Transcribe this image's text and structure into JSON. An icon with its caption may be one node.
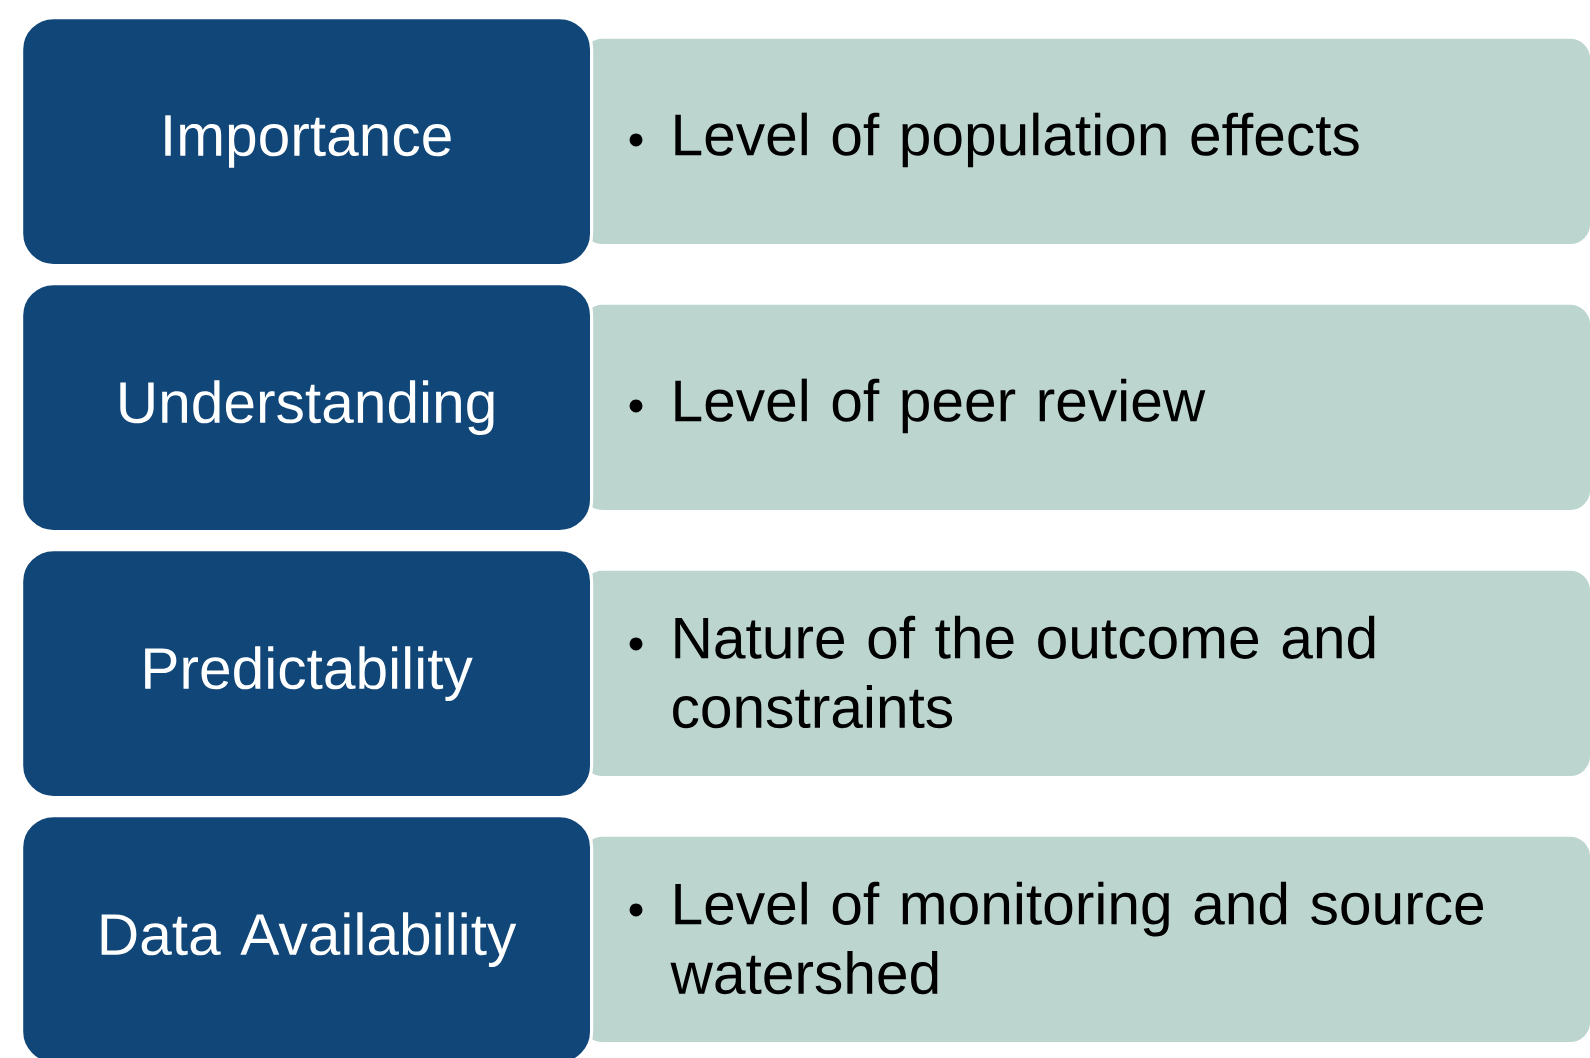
{
  "diagram": {
    "nodes": [
      {
        "text": [
          "Importance"
        ]
      },
      {
        "text": [
          "Level of population effects"
        ]
      },
      {
        "text": [
          "Understanding"
        ]
      },
      {
        "text": [
          "Level of peer review"
        ]
      },
      {
        "text": [
          "Predictability"
        ]
      },
      {
        "text": [
          "Nature of the outcome and constraints"
        ]
      },
      {
        "text": [
          "Data Availability"
        ]
      },
      {
        "text": [
          "Level of monitoring and source watershed"
        ]
      }
    ]
  }
}
